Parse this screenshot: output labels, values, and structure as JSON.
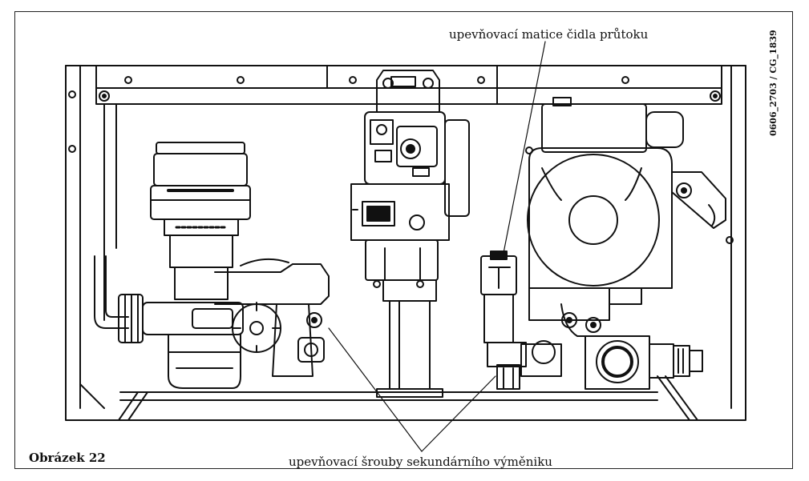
{
  "figure": {
    "caption": "Obrázek 22",
    "code": "0606_2703 / CG_1839"
  },
  "callouts": {
    "top": "upevňovací matice čidla průtoku",
    "bottom": "upevňovací šrouby sekundárního výměniku"
  }
}
